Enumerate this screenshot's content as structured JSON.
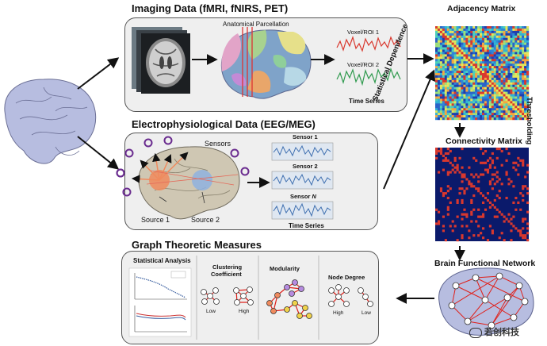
{
  "imaging": {
    "title": "Imaging Data (fMRI, fNIRS, PET)",
    "parcellation_label": "Anatomical Parcellation",
    "roi1": "Voxel/ROI 1",
    "roi2": "Voxel/ROI 2",
    "time_series": "Time Series"
  },
  "electro": {
    "title": "Electrophysiological Data (EEG/MEG)",
    "sensors": "Sensors",
    "source1": "Source 1",
    "source2": "Source 2",
    "sensor1": "Sensor 1",
    "sensor2": "Sensor 2",
    "sensorN_prefix": "Sensor ",
    "sensorN_suffix": "N",
    "time_series": "Time Series"
  },
  "graph": {
    "title": "Graph Theoretic Measures",
    "statistical_analysis": "Statistical Analysis",
    "clustering_line1": "Clustering",
    "clustering_line2": "Coefficient",
    "low": "Low",
    "high": "High",
    "modularity": "Modularity",
    "node_degree": "Node Degree"
  },
  "right": {
    "adjacency": "Adjacency Matrix",
    "statistical_dependence": "Statistical Dependence",
    "thresholding": "Thresholding",
    "connectivity": "Connectivity Matrix",
    "brain_network": "Brain Functional Network"
  },
  "watermark": "若创科技",
  "colors": {
    "ts_red": "#d9382e",
    "ts_green": "#2f9a4e",
    "ts_blue": "#3e6fb0",
    "brain": "#b7bde0",
    "node_fill": "#ffffff",
    "edge_red": "#e0201a",
    "purple_ring": "#6a2c8f",
    "source_orange": "#f08a5d"
  }
}
